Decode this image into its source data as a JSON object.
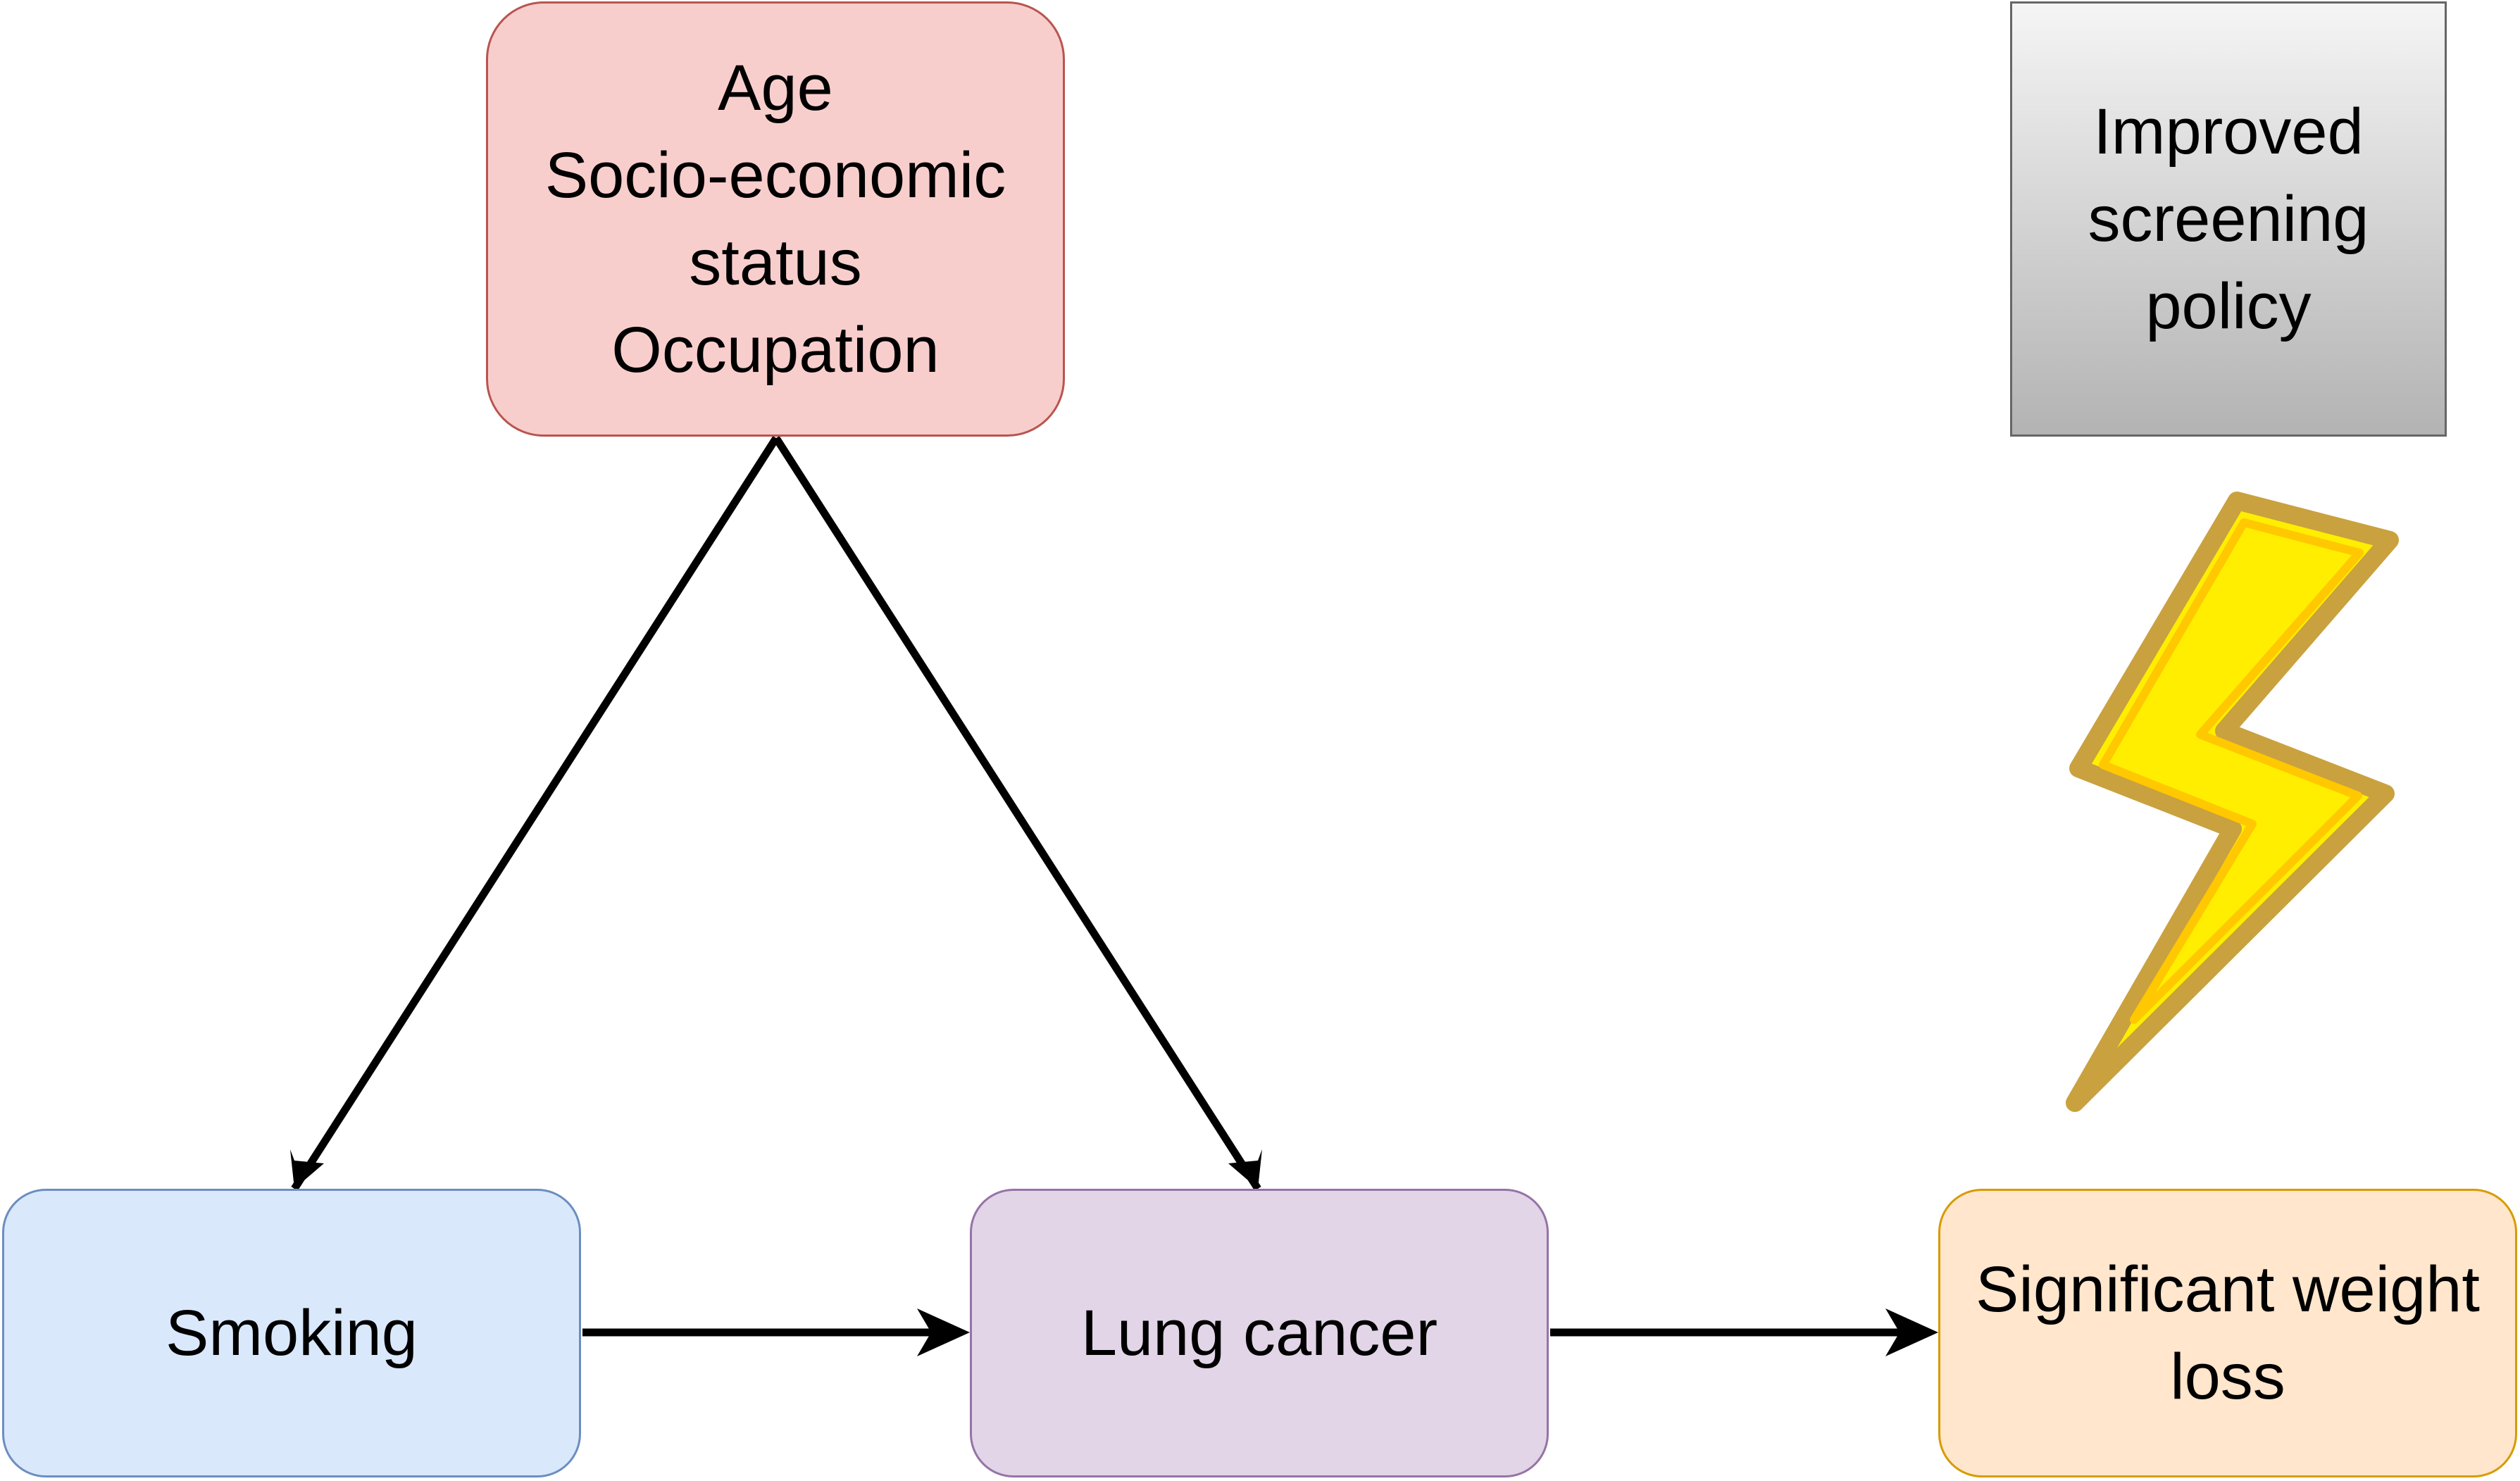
{
  "nodes": {
    "confounders": {
      "lines": [
        "Age",
        "Socio-economic",
        "status",
        "Occupation"
      ],
      "fill": "#f8cecc",
      "stroke": "#b85450"
    },
    "smoking": {
      "lines": [
        "Smoking"
      ],
      "fill": "#dae8fc",
      "stroke": "#6c8ebf"
    },
    "lung_cancer": {
      "lines": [
        "Lung cancer"
      ],
      "fill": "#e1d5e7",
      "stroke": "#9673a6"
    },
    "weight_loss": {
      "lines": [
        "Significant weight",
        "loss"
      ],
      "fill": "#ffe6cc",
      "stroke": "#d79b00"
    },
    "screening_policy": {
      "lines": [
        "Improved",
        "screening",
        "policy"
      ],
      "fill": "#f5f5f5",
      "stroke": "#666666"
    }
  },
  "edges": [
    {
      "from": "confounders",
      "to": "smoking"
    },
    {
      "from": "confounders",
      "to": "lung_cancer"
    },
    {
      "from": "smoking",
      "to": "lung_cancer"
    },
    {
      "from": "lung_cancer",
      "to": "weight_loss"
    }
  ],
  "intervention_icon": "lightning-bolt-icon",
  "colors": {
    "bolt_fill": "#ffee00",
    "bolt_stroke": "#c9a13f",
    "arrow": "#000000"
  }
}
